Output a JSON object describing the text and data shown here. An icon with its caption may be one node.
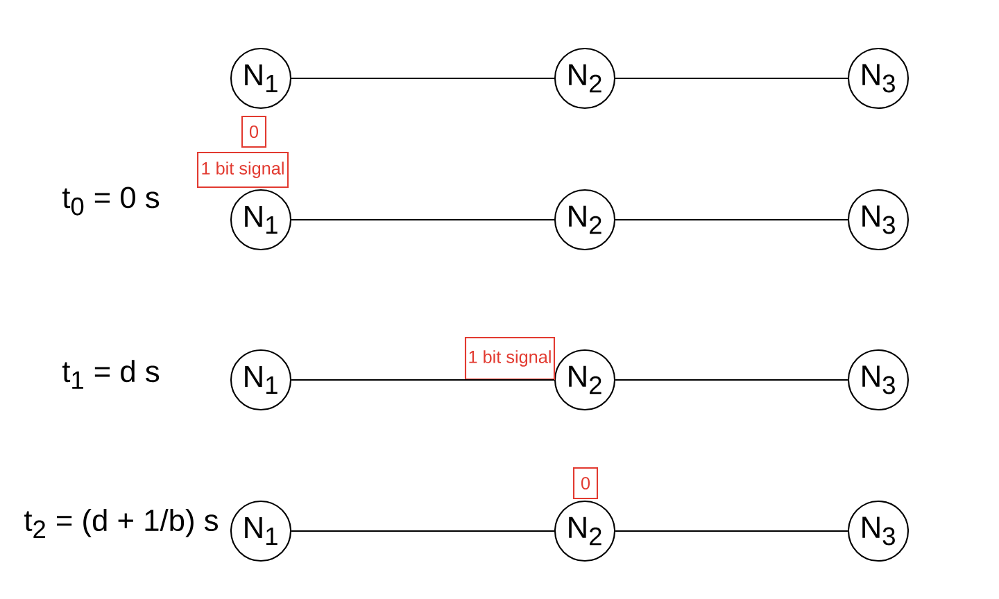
{
  "diagram": {
    "nodes": [
      {
        "text": [
          "N$_{1}$"
        ]
      },
      {
        "text": [
          "N$_{2}$"
        ]
      },
      {
        "text": [
          "N$_{3}$"
        ]
      },
      {
        "text": [
          "N$_{1}$"
        ]
      },
      {
        "text": [
          "N$_{2}$"
        ]
      },
      {
        "text": [
          "N$_{3}$"
        ]
      },
      {
        "text": [
          "N$_{1}$"
        ]
      },
      {
        "text": [
          "N$_{2}$"
        ]
      },
      {
        "text": [
          "N$_{3}$"
        ]
      },
      {
        "text": [
          "N$_{1}$"
        ]
      },
      {
        "text": [
          "N$_{2}$"
        ]
      },
      {
        "text": [
          "N$_{3}$"
        ]
      },
      {
        "text": [
          "0"
        ]
      },
      {
        "text": [
          "1 bit signal"
        ]
      },
      {
        "text": [
          "1 bit signal"
        ]
      },
      {
        "text": [
          "0"
        ]
      }
    ],
    "edges": [
      {
        "from": 0,
        "to": 1,
        "arrow": "none"
      },
      {
        "from": 1,
        "to": 2,
        "arrow": "none"
      },
      {
        "from": 3,
        "to": 4,
        "arrow": "none"
      },
      {
        "from": 4,
        "to": 5,
        "arrow": "none"
      },
      {
        "from": 6,
        "to": 7,
        "arrow": "none"
      },
      {
        "from": 7,
        "to": 8,
        "arrow": "none"
      },
      {
        "from": 9,
        "to": 10,
        "arrow": "none"
      },
      {
        "from": 10,
        "to": 11,
        "arrow": "none"
      }
    ],
    "labels": [
      "t$_{0}$ = 0 s",
      "t$_{1}$ = d s",
      "t$_{2}$ = (d + 1/b) s"
    ]
  }
}
